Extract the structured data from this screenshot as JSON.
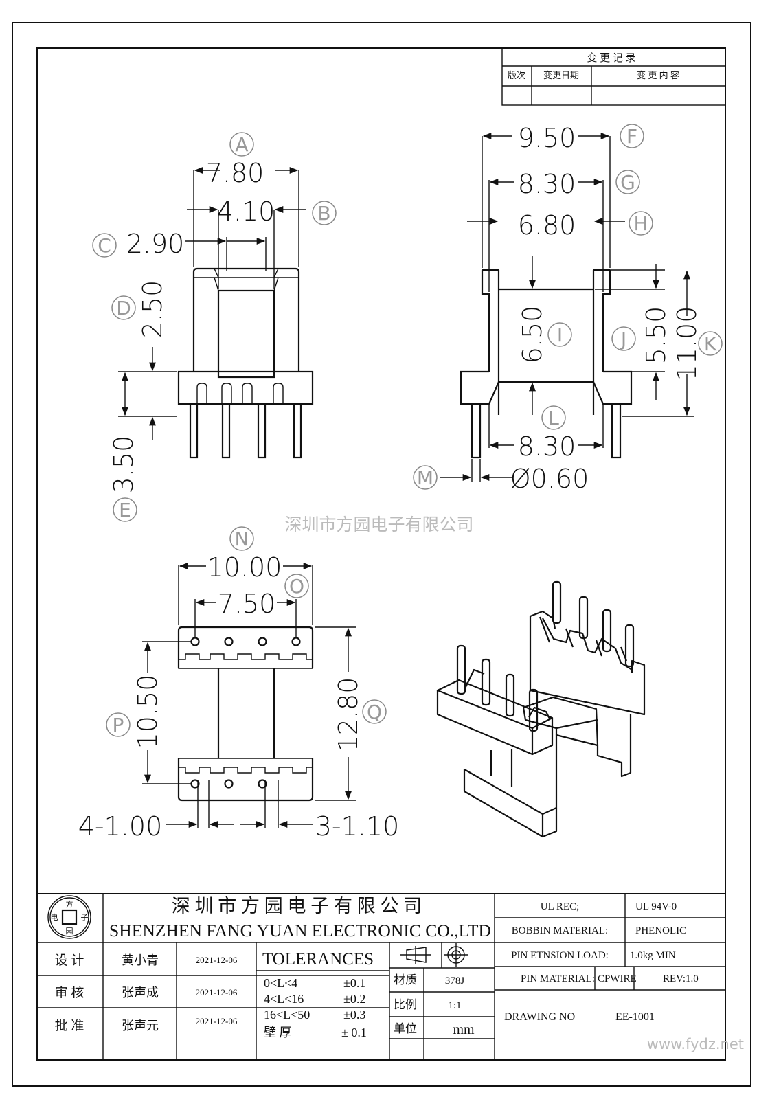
{
  "revision_table": {
    "title": "变 更 记 录",
    "headers": [
      "版次",
      "变更日期",
      "变 更 内 容"
    ]
  },
  "dimension_labels": [
    {
      "letter": "A",
      "value": "7.80"
    },
    {
      "letter": "B",
      "value": "4.10"
    },
    {
      "letter": "C",
      "value": "2.90"
    },
    {
      "letter": "D",
      "value": "2.50"
    },
    {
      "letter": "E",
      "value": "3.50"
    },
    {
      "letter": "F",
      "value": "9.50"
    },
    {
      "letter": "G",
      "value": "8.30"
    },
    {
      "letter": "H",
      "value": "6.80"
    },
    {
      "letter": "I",
      "value": "6.50"
    },
    {
      "letter": "J",
      "value": "5.50"
    },
    {
      "letter": "K",
      "value": "11.00"
    },
    {
      "letter": "L",
      "value": "8.30"
    },
    {
      "letter": "M",
      "value": "Ø0.60"
    },
    {
      "letter": "N",
      "value": "10.00"
    },
    {
      "letter": "O",
      "value": "7.50"
    },
    {
      "letter": "P",
      "value": "10.50"
    },
    {
      "letter": "Q",
      "value": "12.80"
    }
  ],
  "pin_callouts": {
    "left": "4-1.00",
    "right": "3-1.10"
  },
  "watermark_center": "深圳市方园电子有限公司",
  "watermark_corner": "www.fydz.net",
  "logo": {
    "top": "方",
    "left": "电",
    "right": "子",
    "bottom": "园"
  },
  "company": {
    "name_cn": "深 圳 市 方 园 电 子 有 限 公 司",
    "name_en": "SHENZHEN FANG YUAN ELECTRONIC CO.,LTD"
  },
  "approvals": [
    {
      "role": "设  计",
      "name": "黄小青",
      "date": "2021-12-06"
    },
    {
      "role": "审  核",
      "name": "张声成",
      "date": "2021-12-06"
    },
    {
      "role": "批  准",
      "name": "张声元",
      "date": "2021-12-06"
    }
  ],
  "tolerances": {
    "title": "TOLERANCES",
    "rows": [
      {
        "range": "0<L<4",
        "tol": "±0.1"
      },
      {
        "range": "4<L<16",
        "tol": "±0.2"
      },
      {
        "range": "16<L<50",
        "tol": "±0.3"
      },
      {
        "range": "壁  厚",
        "tol": "±  0.1"
      }
    ]
  },
  "specs": {
    "material_label": "材质",
    "material_value": "378J",
    "scale_label": "比例",
    "scale_value": "1:1",
    "unit_label": "单位",
    "unit_value": "mm"
  },
  "right_block": {
    "ul_rec_label": "UL REC;",
    "ul_rec_value": "UL  94V-0",
    "bobbin_label": "BOBBIN MATERIAL:",
    "bobbin_value": "PHENOLIC",
    "pin_load_label": "PIN ETNSION LOAD:",
    "pin_load_value": "1.0kg MIN",
    "pin_material_label": "PIN MATERIAL:",
    "pin_material_value": "CPWIRE",
    "rev": "REV:1.0",
    "drawing_no_label": "DRAWING NO",
    "drawing_no_value": "EE-1001"
  }
}
